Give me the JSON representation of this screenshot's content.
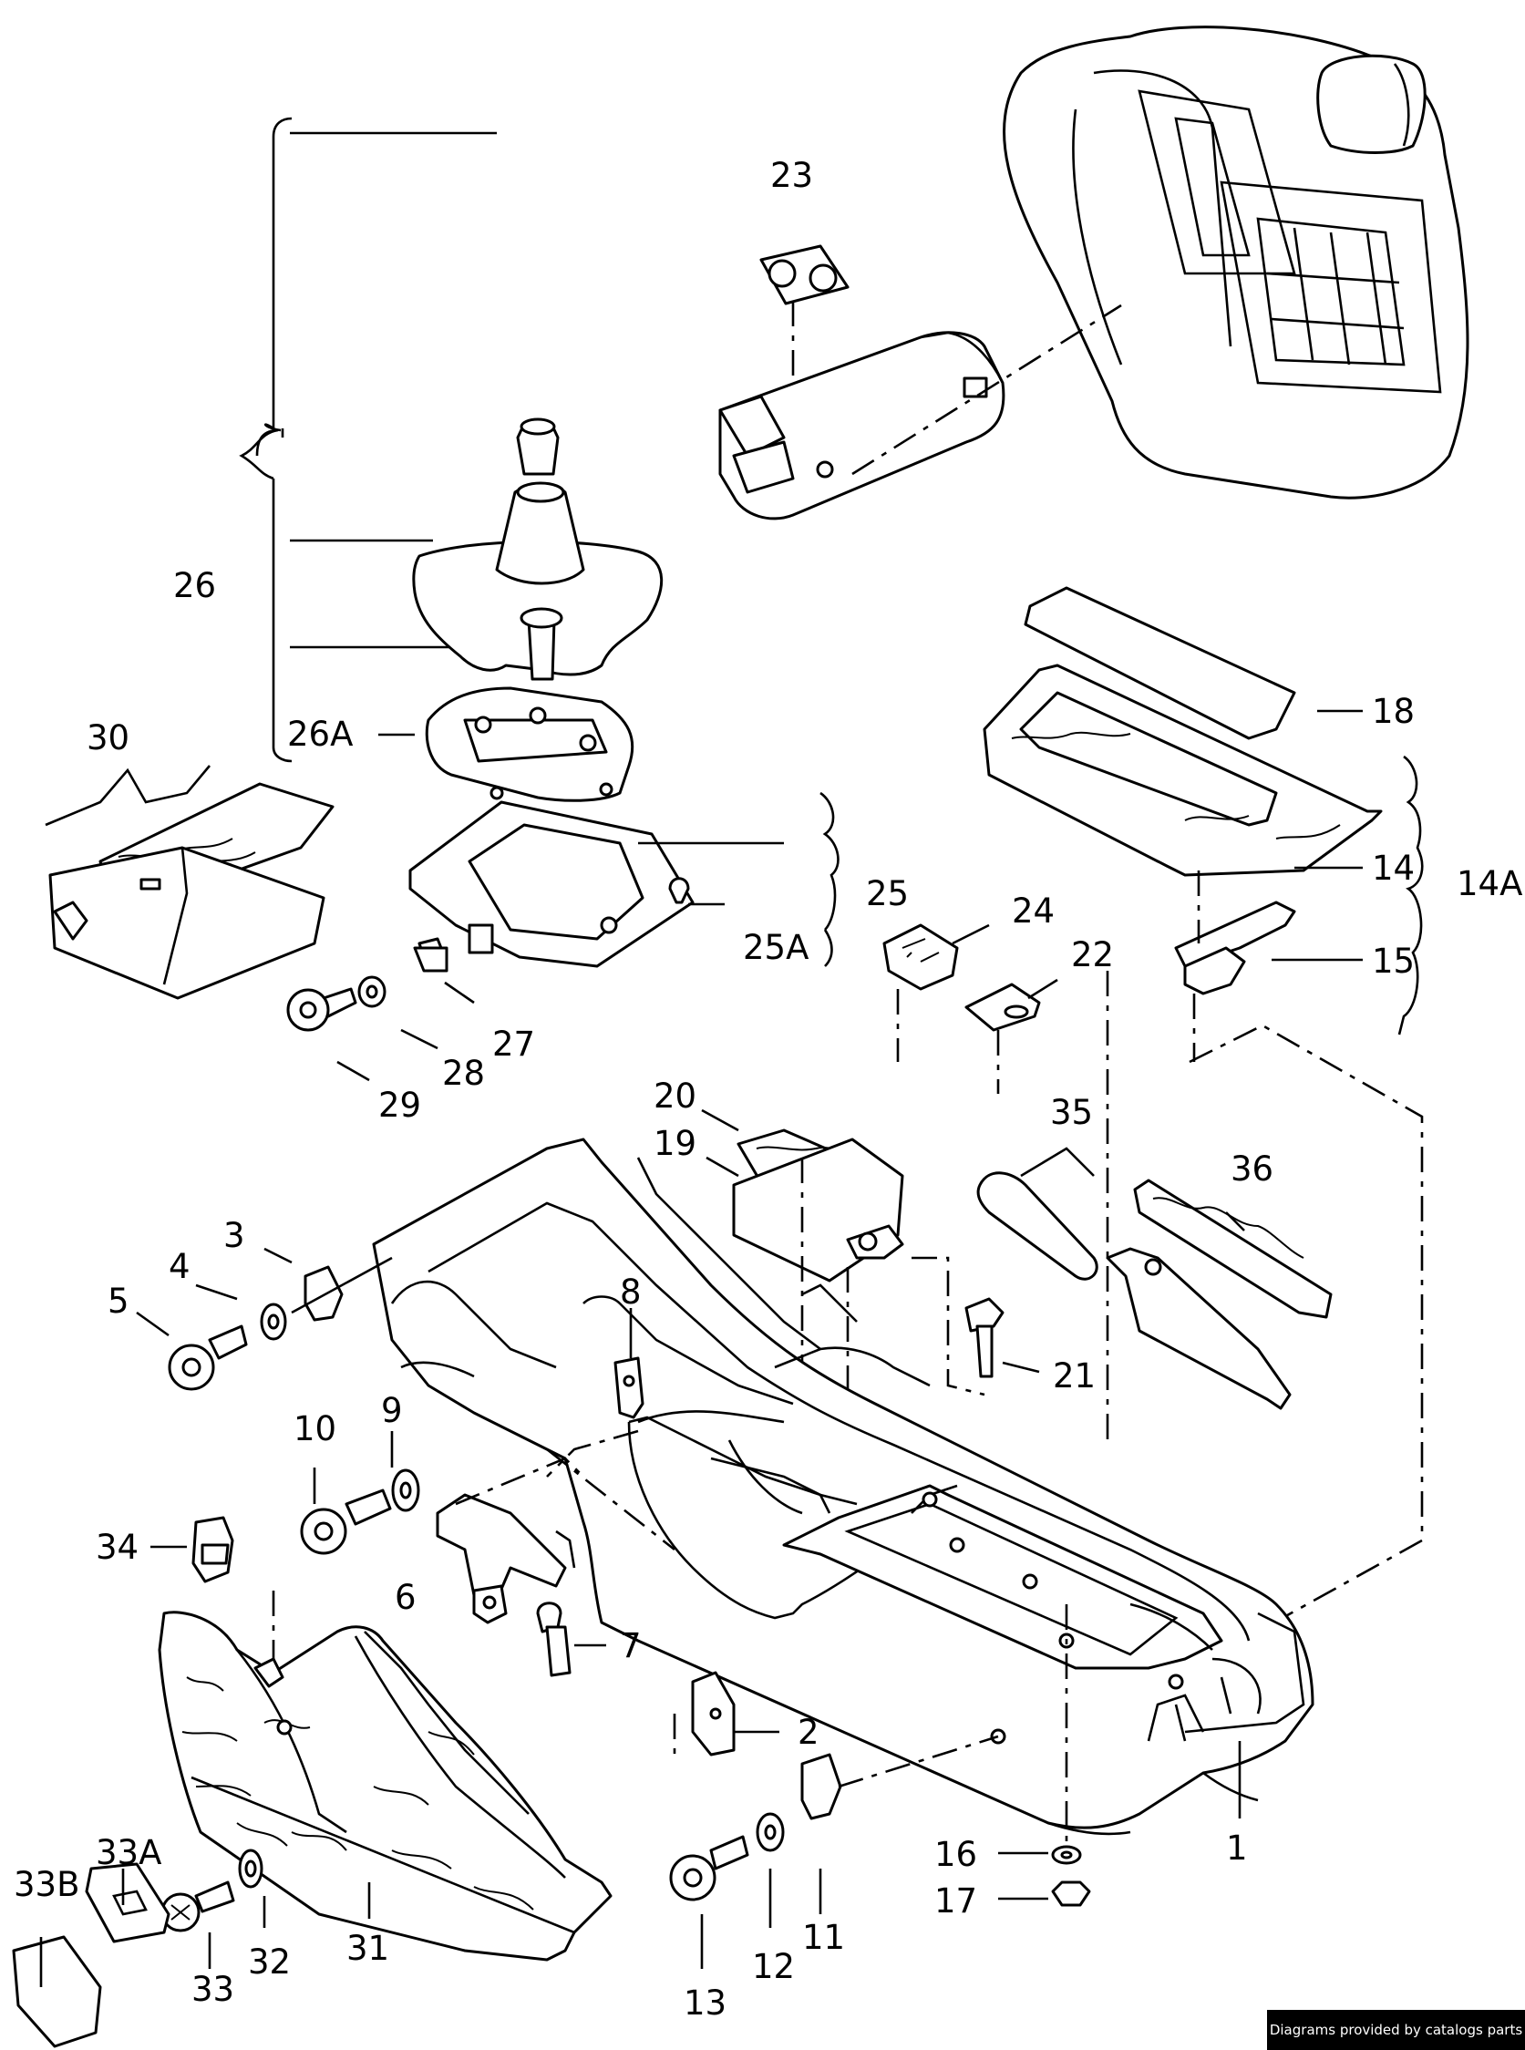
{
  "labels": {
    "1": "1",
    "2": "2",
    "3": "3",
    "4": "4",
    "5": "5",
    "6": "6",
    "7": "7",
    "8": "8",
    "9": "9",
    "10": "10",
    "11": "11",
    "12": "12",
    "13": "13",
    "14": "14",
    "14A": "14A",
    "15": "15",
    "16": "16",
    "17": "17",
    "18": "18",
    "19": "19",
    "20": "20",
    "21": "21",
    "22": "22",
    "23": "23",
    "24": "24",
    "25": "25",
    "25A": "25A",
    "26": "26",
    "26A": "26A",
    "27": "27",
    "28": "28",
    "29": "29",
    "30": "30",
    "31": "31",
    "32": "32",
    "33": "33",
    "33A": "33A",
    "33B": "33B",
    "34": "34",
    "35": "35",
    "36": "36"
  },
  "credit": "Diagrams provided by catalogs parts"
}
